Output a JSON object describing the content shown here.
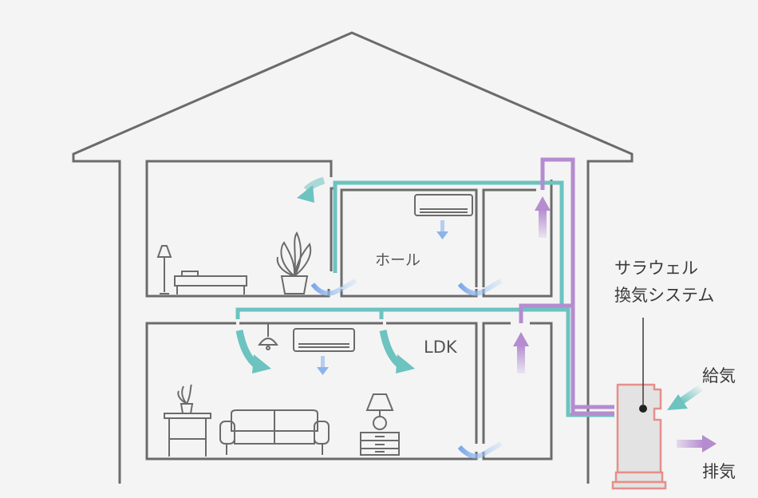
{
  "labels": {
    "hall": "ホール",
    "ldk": "LDK",
    "system_line1": "サラウェル",
    "system_line2": "換気システム",
    "supply": "給気",
    "exhaust": "排気"
  },
  "colors": {
    "background": "#f4f4f4",
    "house_outline": "#6b6b6b",
    "supply_duct": "#6cc3c0",
    "exhaust_duct": "#b48ccf",
    "unit_outline": "#e58f8a",
    "unit_fill": "#e3e3e3",
    "outlet_arrow": "#8ab4ea"
  },
  "icons": [
    "floor-lamp-icon",
    "bed-icon",
    "potted-plant-icon",
    "air-conditioner-icon",
    "pendant-lamp-icon",
    "sofa-icon",
    "side-table-icon",
    "table-lamp-icon",
    "dresser-icon",
    "ventilation-unit-icon"
  ]
}
